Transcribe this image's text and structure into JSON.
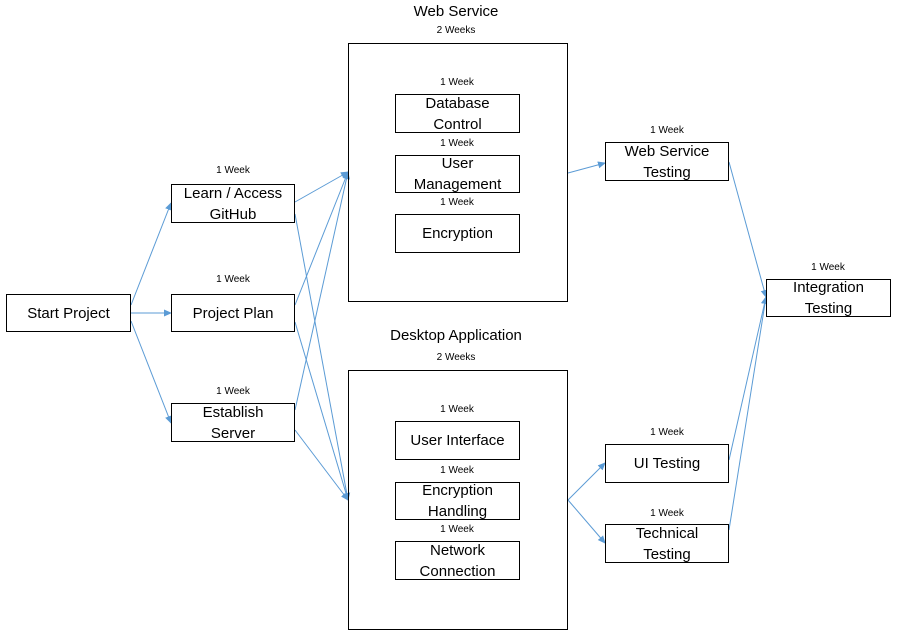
{
  "diagram": {
    "colors": {
      "arrow": "#5b9bd5",
      "border": "#000000"
    },
    "groups": {
      "web_service": {
        "title": "Web Service",
        "duration": "2 Weeks"
      },
      "desktop_application": {
        "title": "Desktop Application",
        "duration": "2 Weeks"
      }
    },
    "nodes": {
      "start_project": {
        "label": "Start Project",
        "duration": ""
      },
      "learn_github": {
        "label": "Learn / Access\nGitHub",
        "duration": "1 Week"
      },
      "project_plan": {
        "label": "Project Plan",
        "duration": "1 Week"
      },
      "establish_server": {
        "label": "Establish\nServer",
        "duration": "1 Week"
      },
      "database_control": {
        "label": "Database\nControl",
        "duration": "1 Week"
      },
      "user_management": {
        "label": "User\nManagement",
        "duration": "1 Week"
      },
      "encryption": {
        "label": "Encryption",
        "duration": "1 Week"
      },
      "user_interface": {
        "label": "User Interface",
        "duration": "1 Week"
      },
      "encryption_handling": {
        "label": "Encryption\nHandling",
        "duration": "1 Week"
      },
      "network_connection": {
        "label": "Network\nConnection",
        "duration": "1 Week"
      },
      "web_service_testing": {
        "label": "Web Service\nTesting",
        "duration": "1 Week"
      },
      "ui_testing": {
        "label": "UI Testing",
        "duration": "1 Week"
      },
      "technical_testing": {
        "label": "Technical\nTesting",
        "duration": "1 Week"
      },
      "integration_testing": {
        "label": "Integration\nTesting",
        "duration": "1 Week"
      }
    }
  }
}
